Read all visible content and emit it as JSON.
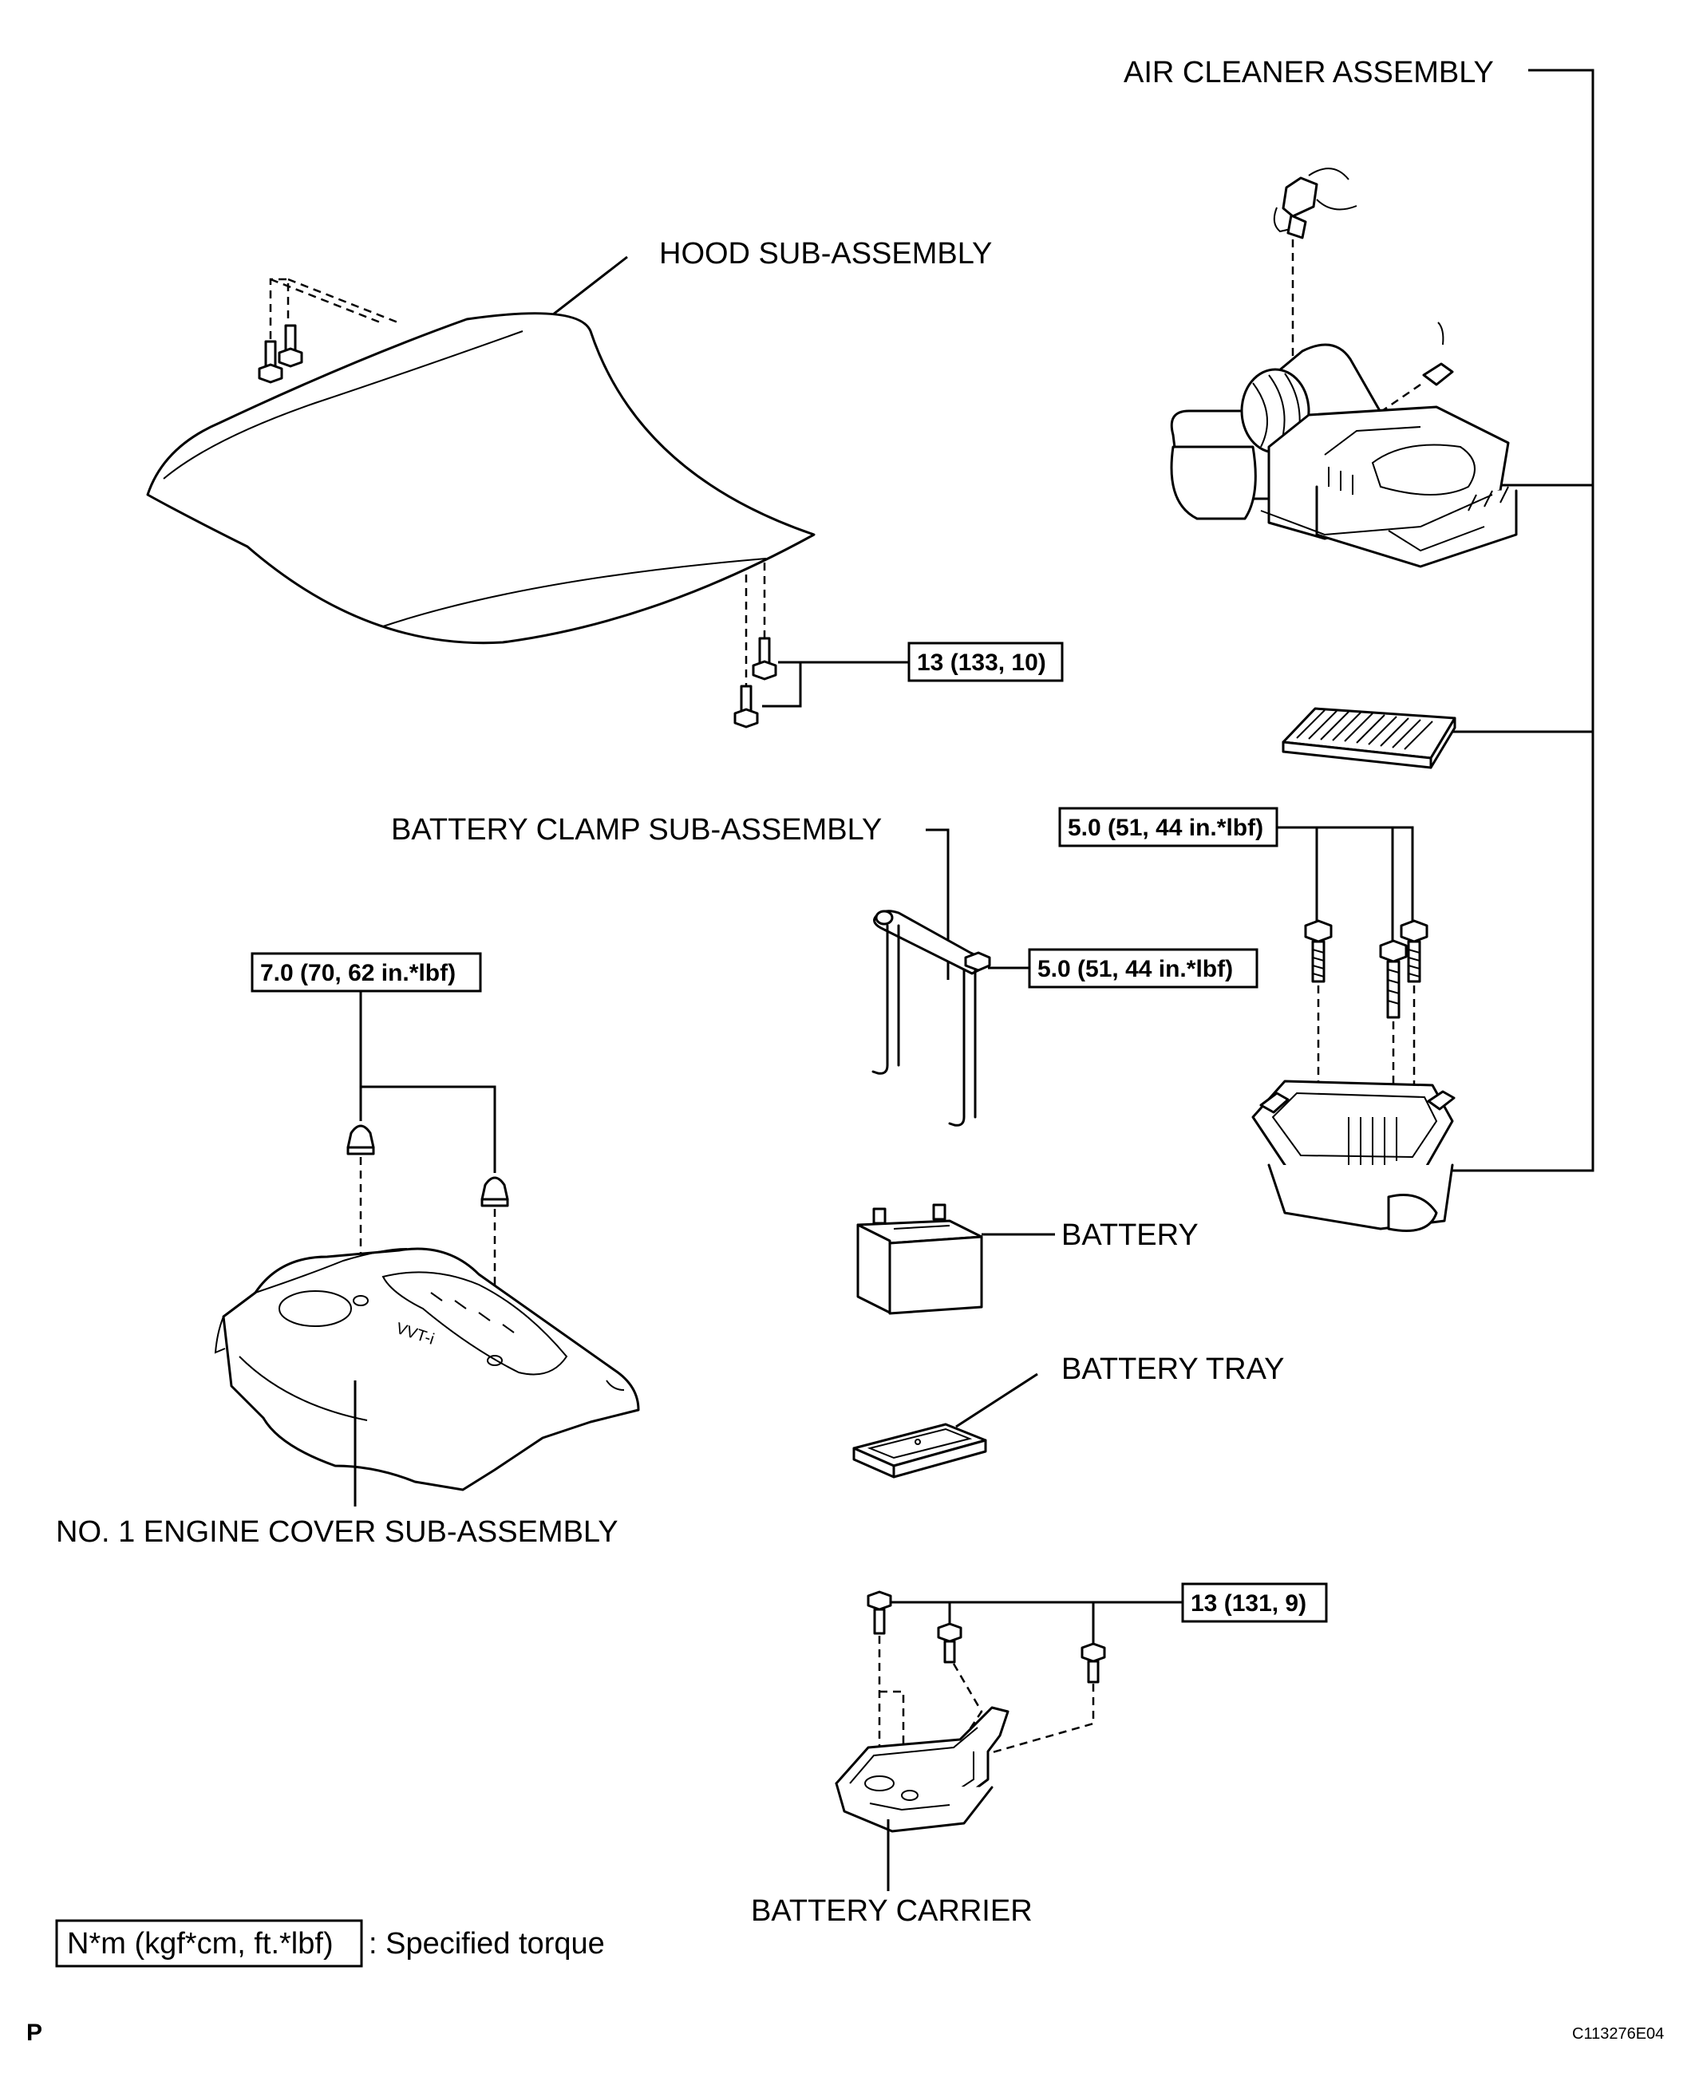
{
  "labels": {
    "air_cleaner": "AIR CLEANER ASSEMBLY",
    "hood": "HOOD SUB-ASSEMBLY",
    "battery_clamp": "BATTERY CLAMP SUB-ASSEMBLY",
    "battery": "BATTERY",
    "battery_tray": "BATTERY TRAY",
    "engine_cover": "NO. 1 ENGINE COVER SUB-ASSEMBLY",
    "battery_carrier": "BATTERY CARRIER",
    "engine_cover_emblem": "VVT-i"
  },
  "torques": {
    "hood_bolts": "13 (133, 10)",
    "air_cleaner_bolts": "5.0 (51, 44 in.*lbf)",
    "battery_clamp_nut": "5.0 (51, 44 in.*lbf)",
    "engine_cover_nuts": "7.0 (70, 62 in.*lbf)",
    "battery_carrier_bolts": "13 (131, 9)"
  },
  "legend": {
    "unit_box": "N*m (kgf*cm, ft.*lbf)",
    "description": ": Specified torque"
  },
  "footer": {
    "page_mark": "P",
    "figure_code": "C113276E04"
  }
}
